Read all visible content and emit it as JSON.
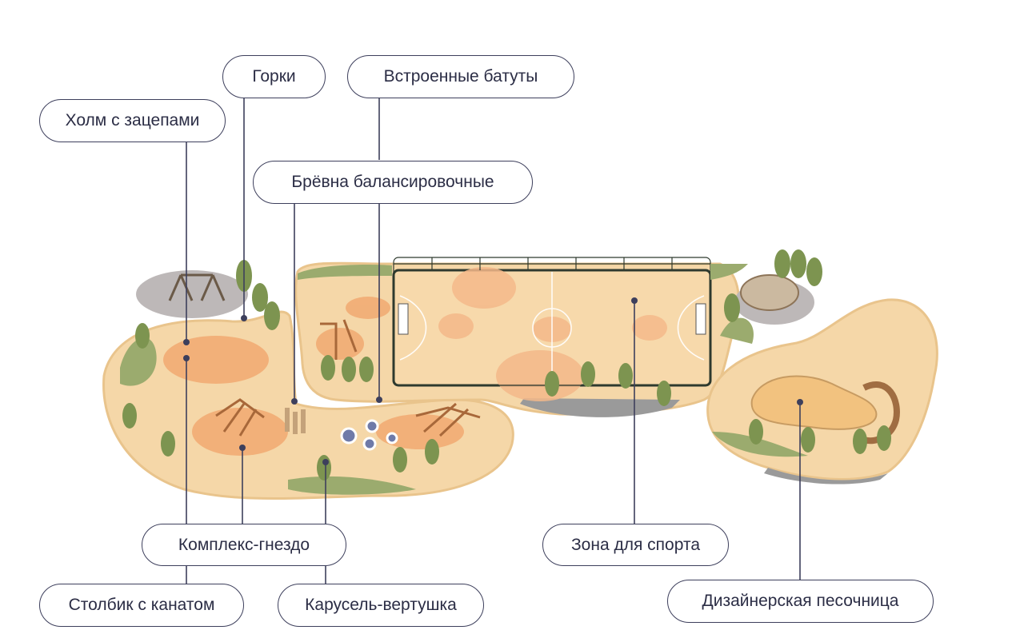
{
  "labels": {
    "hill": "Холм с зацепами",
    "slides": "Горки",
    "trampolines": "Встроенные батуты",
    "logs": "Брёвна балансировочные",
    "nest": "Комплекс-гнездо",
    "post": "Столбик с канатом",
    "carousel": "Карусель-вертушка",
    "sport": "Зона для спорта",
    "sandbox": "Дизайнерская песочница"
  },
  "colors": {
    "line": "#3d3f5c",
    "ground": "#f5d7a8",
    "ground_edge": "#e9c48c",
    "accent_circle": "#f0a36a",
    "court_zone": "#f4b98a",
    "grass": "#9bab6e",
    "tree": "#7d9450",
    "gravel": "#bdb8b8",
    "fence": "#2f3a2f"
  }
}
